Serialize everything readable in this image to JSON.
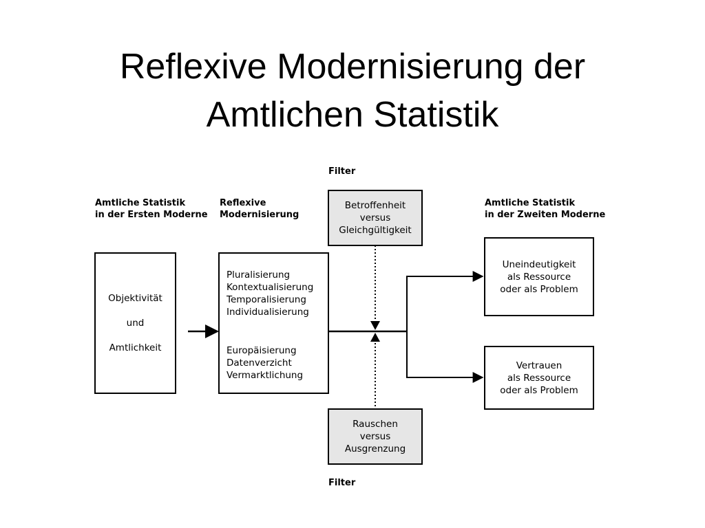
{
  "title": {
    "line1": "Reflexive Modernisierung der",
    "line2": "Amtlichen Statistik"
  },
  "headers": {
    "first_modern": [
      "Amtliche Statistik",
      "in der Ersten Moderne"
    ],
    "reflexive": [
      "Reflexive",
      "Modernisierung"
    ],
    "second_modern": [
      "Amtliche Statistik",
      "in der Zweiten Moderne"
    ],
    "filter_top": "Filter",
    "filter_bottom": "Filter"
  },
  "boxes": {
    "objectivity": [
      "Objektivität",
      "und",
      "Amtlichkeit"
    ],
    "processes_upper": [
      "Pluralisierung",
      "Kontextualisierung",
      "Temporalisierung",
      "Individualisierung"
    ],
    "processes_lower": [
      "Europäisierung",
      "Datenverzicht",
      "Vermarktlichung"
    ],
    "filter_top": [
      "Betroffenheit",
      "versus",
      "Gleichgültigkeit"
    ],
    "filter_bottom": [
      "Rauschen",
      "versus",
      "Ausgrenzung"
    ],
    "outcome_top": [
      "Uneindeutigkeit",
      "als Ressource",
      "oder als Problem"
    ],
    "outcome_bottom": [
      "Vertrauen",
      "als Ressource",
      "oder als Problem"
    ]
  },
  "colors": {
    "filter_fill": "#e6e6e6",
    "line": "#000000"
  }
}
